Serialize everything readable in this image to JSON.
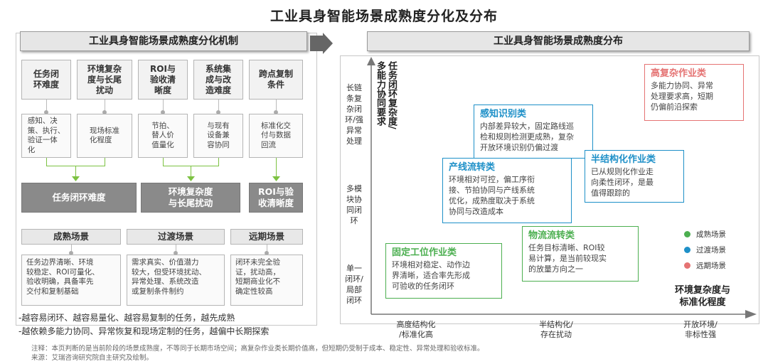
{
  "title": "工业具身智能场景成熟度分化及分布",
  "left_panel": {
    "header": "工业具身智能场景成熟度分化机制",
    "dimensions": [
      {
        "label": "任务闭\n环难度",
        "desc": "感知、决\n策、执行、\n验证一体\n化"
      },
      {
        "label": "环境复杂\n度与长尾\n扰动",
        "desc": "现场标准\n化程度"
      },
      {
        "label": "ROI与\n验收清\n晰度",
        "desc": "节拍、\n替人价\n值量化"
      },
      {
        "label": "系统集\n成与改\n造难度",
        "desc": "与现有\n设备兼\n容协同"
      },
      {
        "label": "跨点复制\n条件",
        "desc": "标准化交\n付与数据\n回流"
      }
    ],
    "groups": [
      {
        "label": "任务闭环难度"
      },
      {
        "label": "环境复杂度\n与长尾扰动"
      },
      {
        "label": "ROI与验\n收清晰度"
      }
    ],
    "stages": [
      {
        "label": "成熟场景",
        "desc": "任务边界清晰、环境\n较稳定、ROI可量化、\n验收明确，具备率先\n交付和复制基础"
      },
      {
        "label": "过渡场景",
        "desc": "需求真实、价值潜力\n较大，但受环境扰动、\n异常处理、系统改造\n或复制条件制约"
      },
      {
        "label": "远期场景",
        "desc": "闭环未完全验\n证，扰动高，\n短期商业化不\n确定性较高"
      }
    ],
    "notes": [
      "-越容易闭环、越容易量化、越容易复制的任务，越先成熟",
      "-越依赖多能力协同、异常恢复和现场定制的任务，越偏中长期探索"
    ]
  },
  "right_panel": {
    "header": "工业具身智能场景成熟度分布",
    "y_axis_title": "任务闭环复杂度/\n多能力协同要求",
    "y_levels": [
      "长链\n条复\n杂闭\n环/强\n异常\n处理",
      "多模\n块协\n同闭\n环",
      "单一\n闭环/\n局部\n闭环"
    ],
    "x_axis_title": "环境复杂度与\n标准化程度",
    "x_levels": [
      "高度结构化\n/标准化高",
      "半结构化/\n存在扰动",
      "开放环境/\n非标性强"
    ],
    "scenes": [
      {
        "title": "高复杂作业类",
        "text": "多能力协同、异常\n处理要求高，短期\n仍偏前沿探索",
        "stage": "far"
      },
      {
        "title": "感知识别类",
        "text": "内部差异较大，固定路线巡\n检和规则检测更成熟，复杂\n开放环境识别仍偏过渡",
        "stage": "transition"
      },
      {
        "title": "半结构化作业类",
        "text": "已从规则化作业走\n向柔性闭环，是最\n值得跟踪的",
        "stage": "transition"
      },
      {
        "title": "产线流转类",
        "text": "环境相对可控，偏工序衔\n接、节拍协同与产线系统\n优化，成熟度取决于系统\n协同与改造成本",
        "stage": "transition"
      },
      {
        "title": "物流流转类",
        "text": "任务目标清晰、ROI较\n易计算，是当前较现实\n的放量方向之一",
        "stage": "mature"
      },
      {
        "title": "固定工位作业类",
        "text": "环境相对稳定、动作边\n界清晰，适合率先形成\n可验收的任务闭环",
        "stage": "mature"
      }
    ],
    "legend": [
      {
        "label": "成熟场景",
        "color": "#4caf50"
      },
      {
        "label": "过渡场景",
        "color": "#1e90c8"
      },
      {
        "label": "远期场景",
        "color": "#e57373"
      }
    ]
  },
  "footnotes": {
    "note": "注释：本页判断的是当前阶段的场景成熟度，不等同于长期市场空间；高复杂作业类长期价值高，但短期仍受制于成本、稳定性、异常处理和验收标准。",
    "source": "来源：艾瑞咨询研究院自主研究及绘制。"
  },
  "colors": {
    "mature": "#4caf50",
    "transition": "#1e90c8",
    "far": "#e57373",
    "green_line": "#7dc242"
  }
}
